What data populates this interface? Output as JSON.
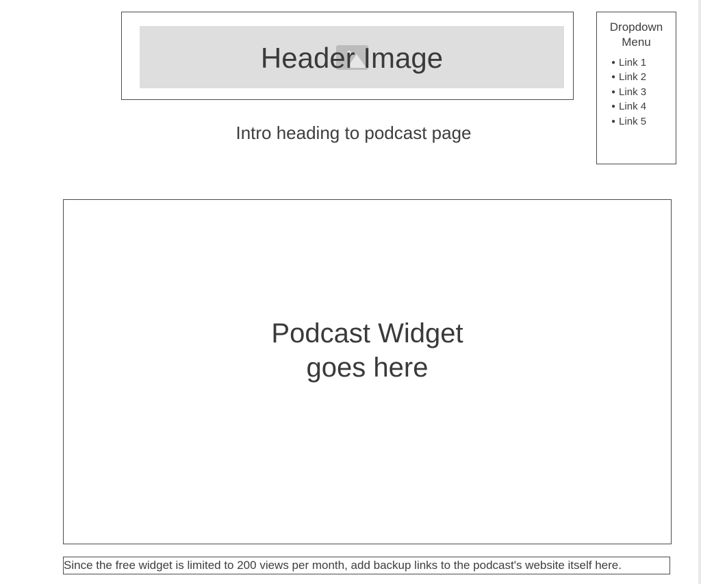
{
  "header": {
    "image_label": "Header Image",
    "image_icon": "image-placeholder-icon"
  },
  "intro": {
    "heading": "Intro heading to podcast page"
  },
  "dropdown": {
    "title_line1": "Dropdown",
    "title_line2": "Menu",
    "links": [
      "Link 1",
      "Link 2",
      "Link 3",
      "Link 4",
      "Link 5"
    ]
  },
  "widget": {
    "line1": "Podcast Widget",
    "line2": "goes here"
  },
  "footer_note": {
    "text": "Since the free widget is limited to 200 views per month, add backup links to the podcast's website itself here."
  }
}
